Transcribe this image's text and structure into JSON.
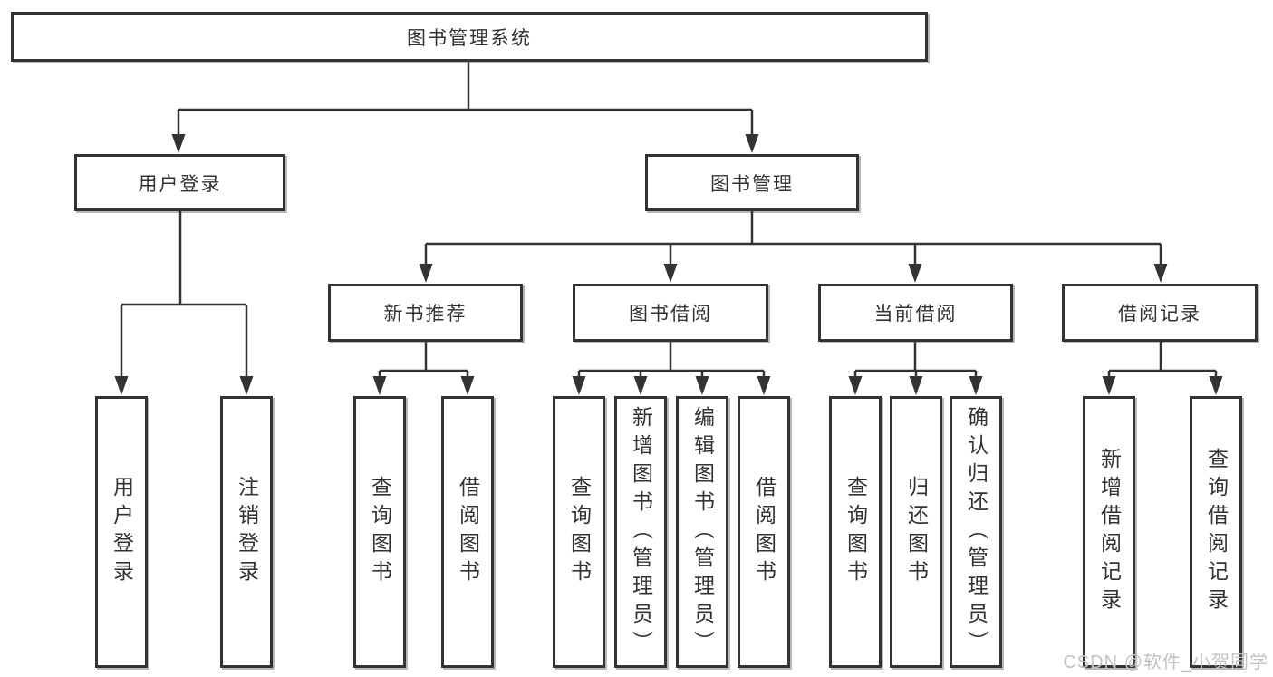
{
  "diagram": {
    "root": "图书管理系统",
    "branches": [
      {
        "label": "用户登录",
        "children": [
          "用户登录",
          "注销登录"
        ]
      },
      {
        "label": "图书管理",
        "groups": [
          {
            "label": "新书推荐",
            "children": [
              "查询图书",
              "借阅图书"
            ]
          },
          {
            "label": "图书借阅",
            "children": [
              "查询图书",
              "新增图书（管理员）",
              "编辑图书（管理员）",
              "借阅图书"
            ]
          },
          {
            "label": "当前借阅",
            "children": [
              "查询图书",
              "归还图书",
              "确认归还（管理员）"
            ]
          },
          {
            "label": "借阅记录",
            "children": [
              "新增借阅记录",
              "查询借阅记录"
            ]
          }
        ]
      }
    ]
  },
  "watermark": {
    "text": "CSDN @软件_小贺同学"
  },
  "colors": {
    "line": "#333333",
    "text": "#333333",
    "box_background": "#ffffff",
    "page_background": "#ffffff",
    "watermark": "#c3c3c3"
  }
}
